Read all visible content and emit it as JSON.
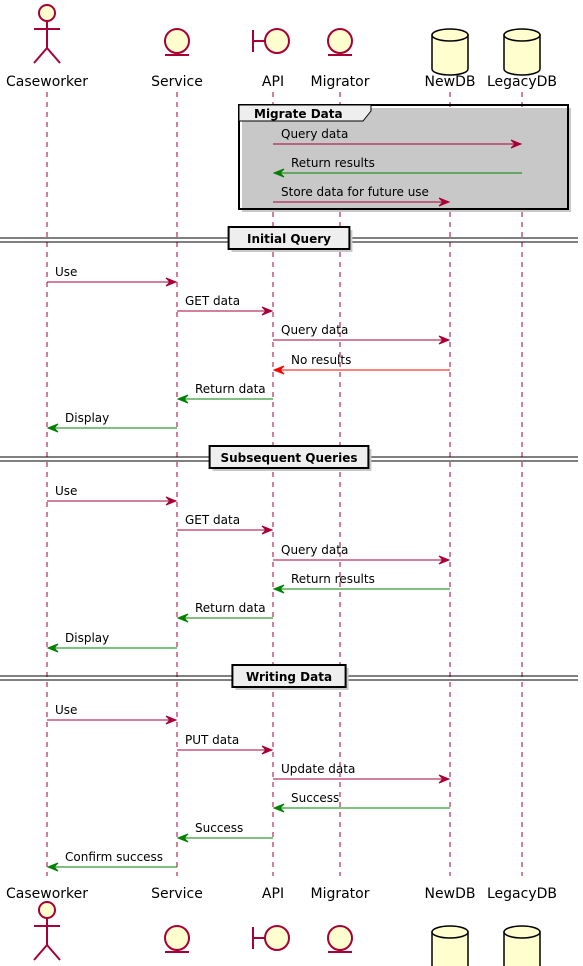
{
  "participants": [
    {
      "id": "caseworker",
      "label": "Caseworker",
      "kind": "actor"
    },
    {
      "id": "service",
      "label": "Service",
      "kind": "entity"
    },
    {
      "id": "api",
      "label": "API",
      "kind": "boundary"
    },
    {
      "id": "migrator",
      "label": "Migrator",
      "kind": "entity"
    },
    {
      "id": "newdb",
      "label": "NewDB",
      "kind": "database"
    },
    {
      "id": "legacydb",
      "label": "LegacyDB",
      "kind": "database"
    }
  ],
  "colors": {
    "request": "#A80036",
    "response": "#008000",
    "error": "#FF0000",
    "participant_fill": "#FEFECE",
    "participant_stroke": "#A80036"
  },
  "group": {
    "label": "Migrate Data"
  },
  "sections": [
    {
      "label": "Initial Query"
    },
    {
      "label": "Subsequent Queries"
    },
    {
      "label": "Writing Data"
    }
  ],
  "messages": [
    {
      "label": "Query data",
      "from": "api",
      "to": "legacydb",
      "kind": "request"
    },
    {
      "label": "Return results",
      "from": "legacydb",
      "to": "api",
      "kind": "response"
    },
    {
      "label": "Store data for future use",
      "from": "api",
      "to": "newdb",
      "kind": "request"
    },
    {
      "label": "Use",
      "from": "caseworker",
      "to": "service",
      "kind": "request"
    },
    {
      "label": "GET data",
      "from": "service",
      "to": "api",
      "kind": "request"
    },
    {
      "label": "Query data",
      "from": "api",
      "to": "newdb",
      "kind": "request"
    },
    {
      "label": "No results",
      "from": "newdb",
      "to": "api",
      "kind": "error"
    },
    {
      "label": "Return data",
      "from": "api",
      "to": "service",
      "kind": "response"
    },
    {
      "label": "Display",
      "from": "service",
      "to": "caseworker",
      "kind": "response"
    },
    {
      "label": "Use",
      "from": "caseworker",
      "to": "service",
      "kind": "request"
    },
    {
      "label": "GET data",
      "from": "service",
      "to": "api",
      "kind": "request"
    },
    {
      "label": "Query data",
      "from": "api",
      "to": "newdb",
      "kind": "request"
    },
    {
      "label": "Return results",
      "from": "newdb",
      "to": "api",
      "kind": "response"
    },
    {
      "label": "Return data",
      "from": "api",
      "to": "service",
      "kind": "response"
    },
    {
      "label": "Display",
      "from": "service",
      "to": "caseworker",
      "kind": "response"
    },
    {
      "label": "Use",
      "from": "caseworker",
      "to": "service",
      "kind": "request"
    },
    {
      "label": "PUT data",
      "from": "service",
      "to": "api",
      "kind": "request"
    },
    {
      "label": "Update data",
      "from": "api",
      "to": "newdb",
      "kind": "request"
    },
    {
      "label": "Success",
      "from": "newdb",
      "to": "api",
      "kind": "response"
    },
    {
      "label": "Success",
      "from": "api",
      "to": "service",
      "kind": "response"
    },
    {
      "label": "Confirm success",
      "from": "service",
      "to": "caseworker",
      "kind": "response"
    }
  ]
}
